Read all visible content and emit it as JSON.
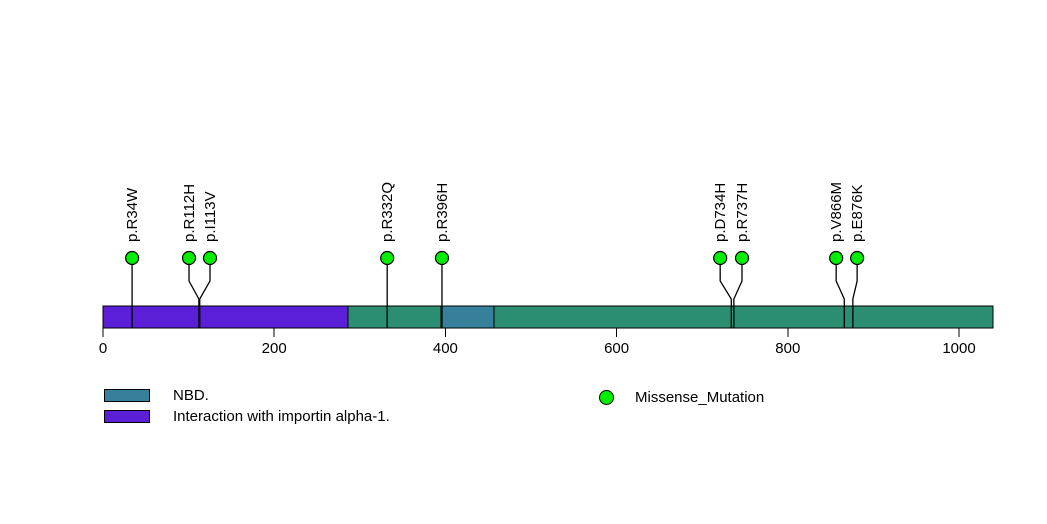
{
  "chart_data": {
    "type": "lollipop",
    "description": "Protein mutation lollipop diagram with domain track and x-axis in amino-acid coordinates",
    "protein": {
      "length": 1040,
      "backbone_color": "#2B8E72"
    },
    "axis": {
      "xlim": [
        0,
        1040
      ],
      "ticks": [
        0,
        200,
        400,
        600,
        800,
        1000
      ],
      "tick_labels": [
        "0",
        "200",
        "400",
        "600",
        "800",
        "1000"
      ],
      "grid": false
    },
    "domains": [
      {
        "label": "Interaction with importin alpha-1.",
        "start": 1,
        "end": 286,
        "color": "#5B1FD8"
      },
      {
        "label": "NBD.",
        "start": 396,
        "end": 457,
        "color": "#36809C"
      }
    ],
    "mutations": [
      {
        "label": "p.R34W",
        "position": 34,
        "display_position": 34,
        "type": "Missense_Mutation"
      },
      {
        "label": "p.R112H",
        "position": 112,
        "display_position": 100.5,
        "type": "Missense_Mutation"
      },
      {
        "label": "p.I113V",
        "position": 113,
        "display_position": 125,
        "type": "Missense_Mutation"
      },
      {
        "label": "p.R332Q",
        "position": 332,
        "display_position": 332,
        "type": "Missense_Mutation"
      },
      {
        "label": "p.R396H",
        "position": 396,
        "display_position": 396,
        "type": "Missense_Mutation"
      },
      {
        "label": "p.D734H",
        "position": 734,
        "display_position": 721,
        "type": "Missense_Mutation"
      },
      {
        "label": "p.R737H",
        "position": 737,
        "display_position": 746.5,
        "type": "Missense_Mutation"
      },
      {
        "label": "p.V866M",
        "position": 866,
        "display_position": 856.5,
        "type": "Missense_Mutation"
      },
      {
        "label": "p.E876K",
        "position": 876,
        "display_position": 881,
        "type": "Missense_Mutation"
      }
    ],
    "mutation_marker": {
      "fill": "#00EE00",
      "stroke": "#000000"
    },
    "legend": {
      "domains": [
        {
          "label": "NBD.",
          "color": "#36809C"
        },
        {
          "label": "Interaction with importin alpha-1.",
          "color": "#5B1FD8"
        }
      ],
      "mutations": [
        {
          "label": "Missense_Mutation",
          "color": "#00EE00"
        }
      ]
    }
  }
}
